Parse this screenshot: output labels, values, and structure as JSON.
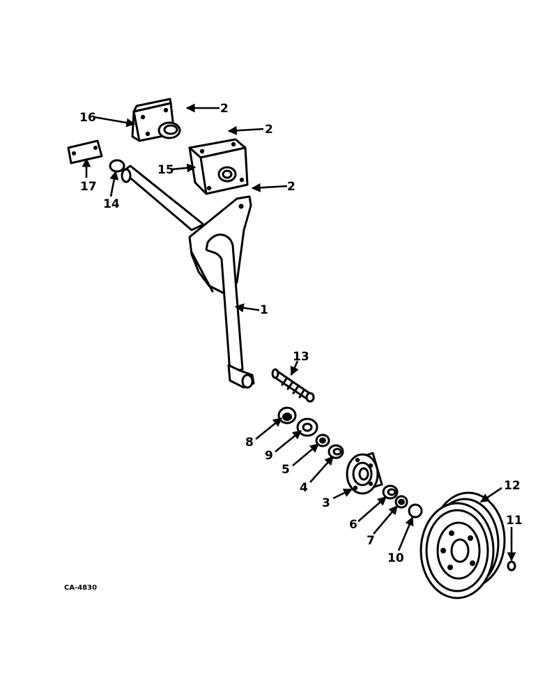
{
  "figure_code": "CA-4830",
  "callouts": [
    "1",
    "2",
    "2",
    "2",
    "3",
    "4",
    "5",
    "6",
    "7",
    "8",
    "9",
    "10",
    "11",
    "12",
    "13",
    "14",
    "15",
    "16",
    "17"
  ]
}
